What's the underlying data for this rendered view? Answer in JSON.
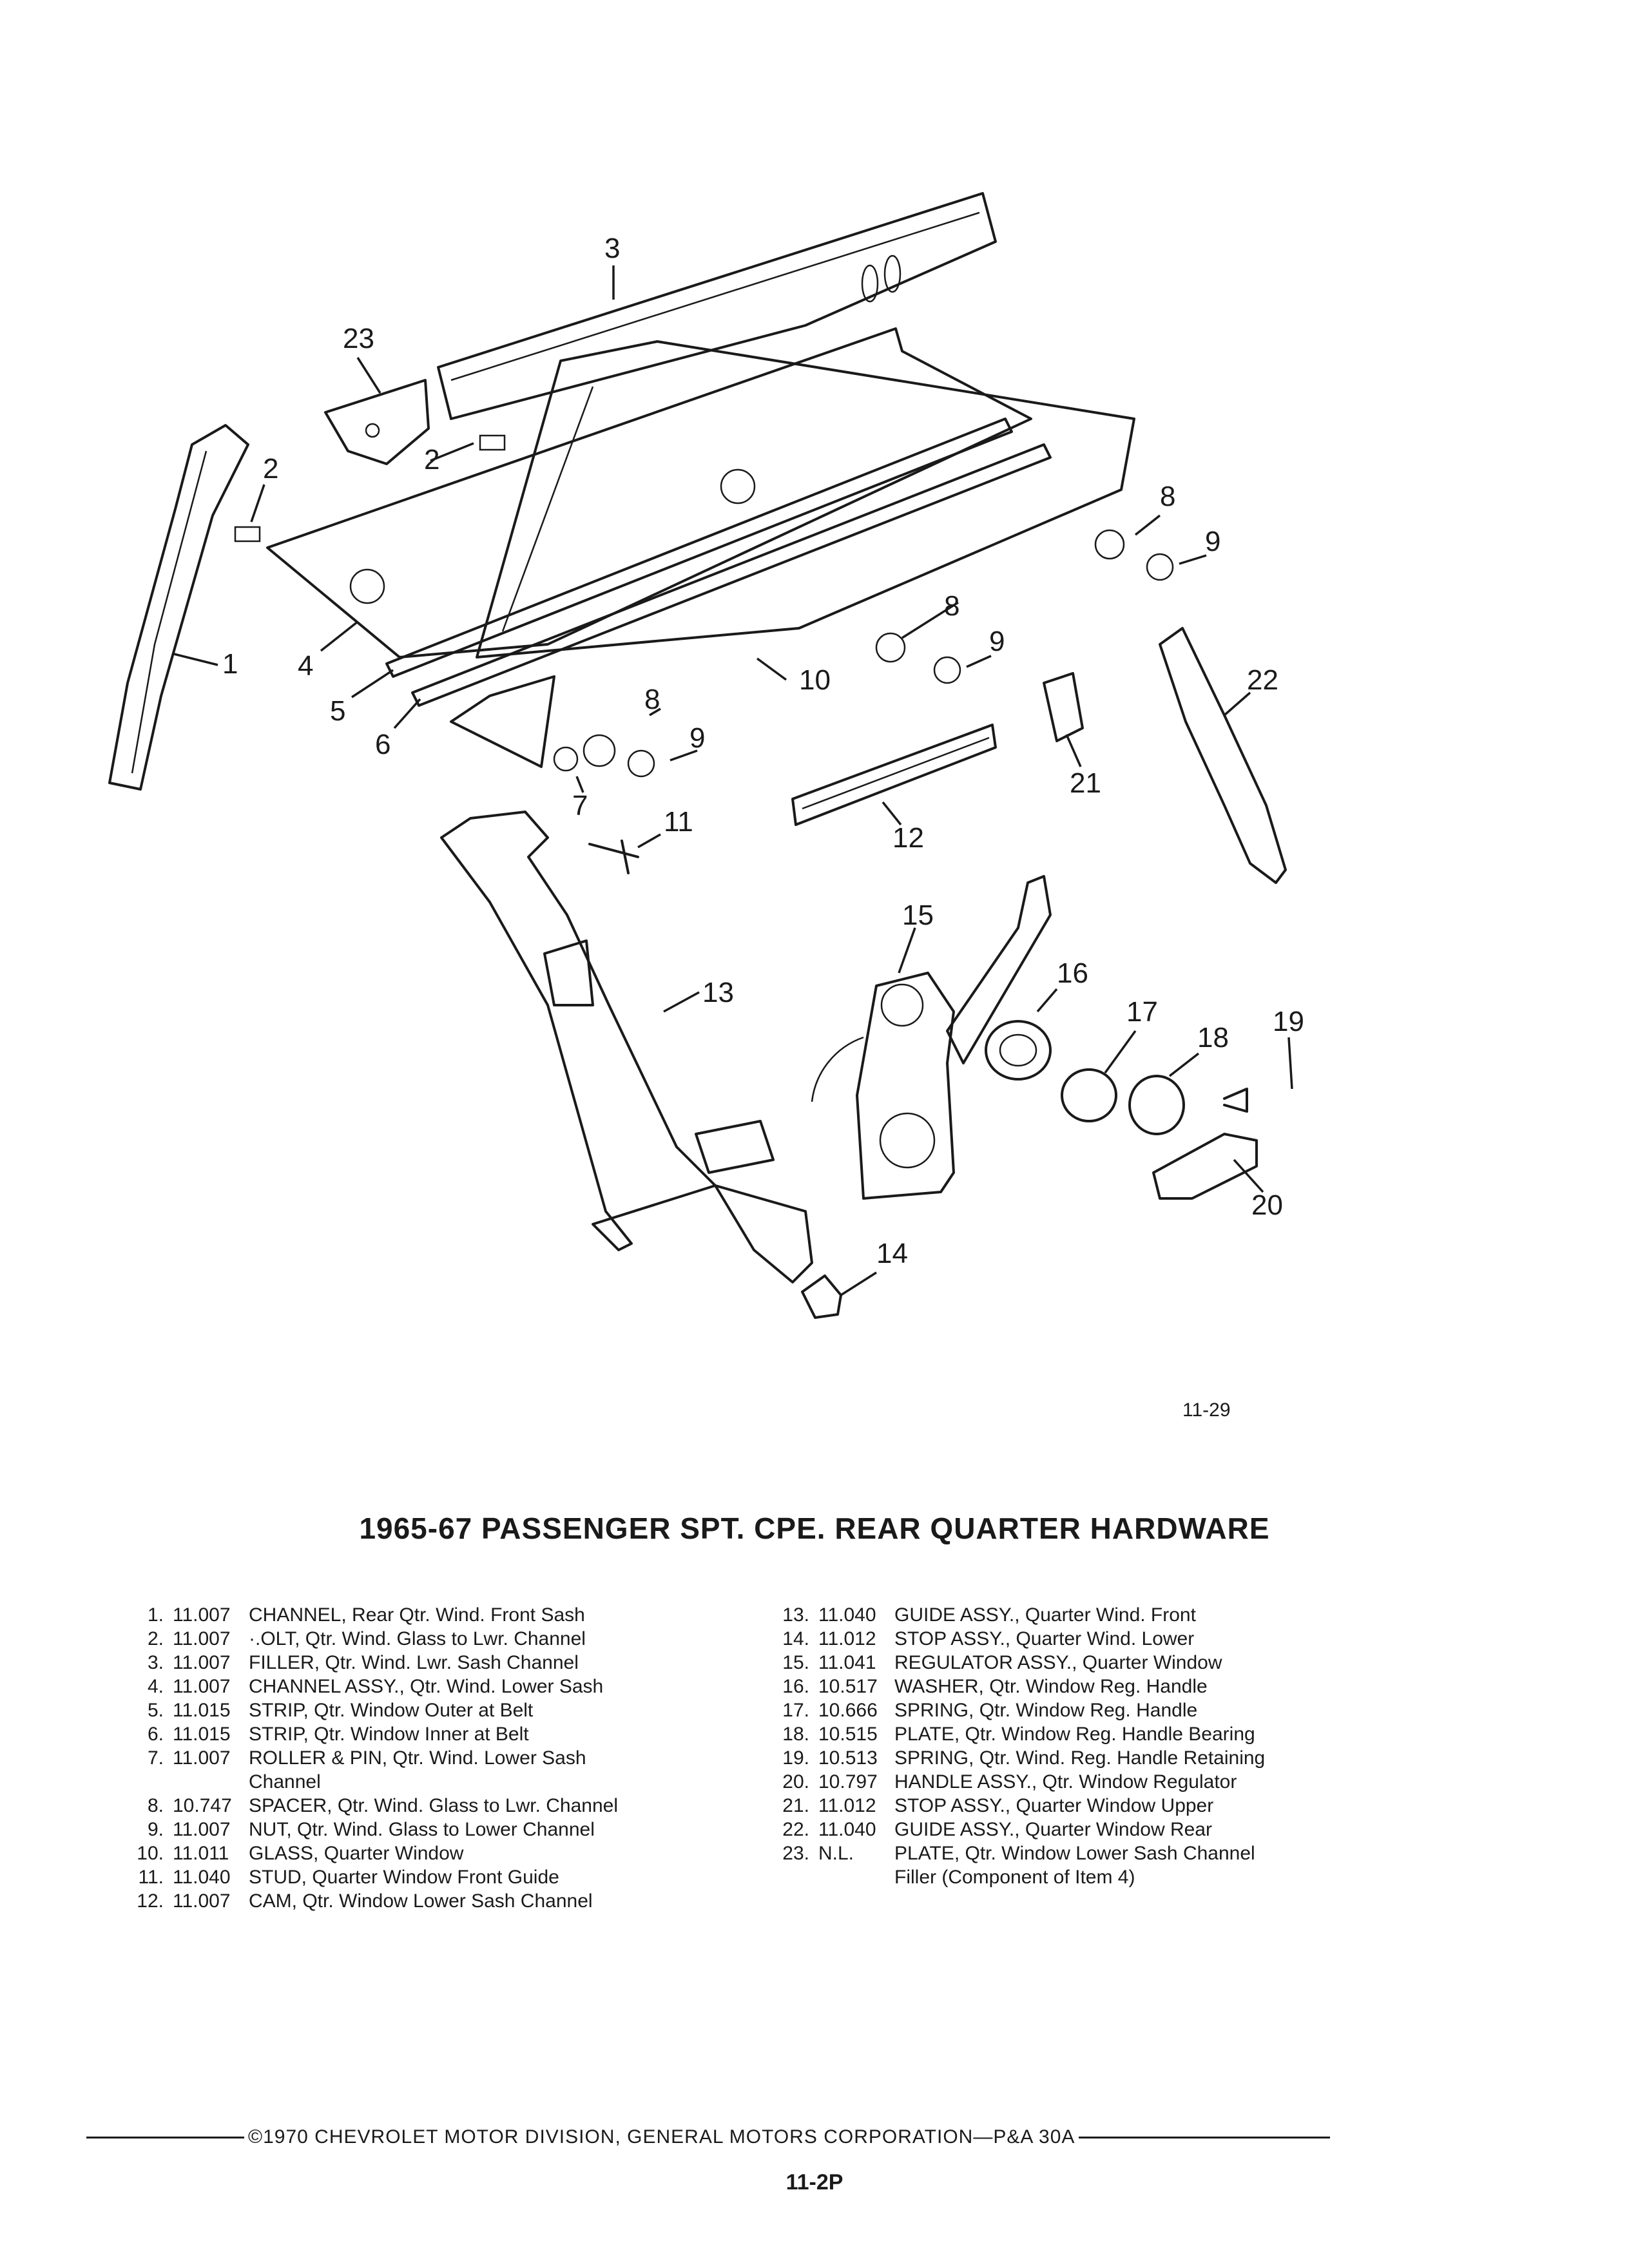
{
  "figure_ref": "11-29",
  "title": "1965-67 PASSENGER SPT. CPE. REAR QUARTER HARDWARE",
  "callouts": [
    "1",
    "2",
    "2",
    "3",
    "4",
    "5",
    "6",
    "7",
    "8",
    "8",
    "8",
    "9",
    "9",
    "9",
    "10",
    "11",
    "12",
    "13",
    "14",
    "15",
    "16",
    "17",
    "18",
    "19",
    "20",
    "21",
    "22",
    "23"
  ],
  "legend_left": [
    {
      "num": "1.",
      "code": "11.007",
      "desc": "CHANNEL, Rear Qtr. Wind. Front Sash"
    },
    {
      "num": "2.",
      "code": "11.007",
      "desc": "·.OLT, Qtr. Wind. Glass to Lwr. Channel"
    },
    {
      "num": "3.",
      "code": "11.007",
      "desc": "FILLER, Qtr. Wind. Lwr. Sash Channel"
    },
    {
      "num": "4.",
      "code": "11.007",
      "desc": "CHANNEL ASSY., Qtr. Wind. Lower Sash"
    },
    {
      "num": "5.",
      "code": "11.015",
      "desc": "STRIP, Qtr. Window Outer at Belt"
    },
    {
      "num": "6.",
      "code": "11.015",
      "desc": "STRIP, Qtr. Window Inner at Belt"
    },
    {
      "num": "7.",
      "code": "11.007",
      "desc": "ROLLER & PIN, Qtr. Wind. Lower Sash"
    },
    {
      "num": "",
      "code": "",
      "desc": "Channel"
    },
    {
      "num": "8.",
      "code": "10.747",
      "desc": "SPACER, Qtr. Wind. Glass to Lwr. Channel"
    },
    {
      "num": "9.",
      "code": "11.007",
      "desc": "NUT, Qtr. Wind. Glass to Lower Channel"
    },
    {
      "num": "10.",
      "code": "11.011",
      "desc": "GLASS, Quarter Window"
    },
    {
      "num": "11.",
      "code": "11.040",
      "desc": "STUD, Quarter Window Front Guide"
    },
    {
      "num": "12.",
      "code": "11.007",
      "desc": "CAM, Qtr. Window Lower Sash Channel"
    }
  ],
  "legend_right": [
    {
      "num": "13.",
      "code": "11.040",
      "desc": "GUIDE ASSY., Quarter Wind. Front"
    },
    {
      "num": "14.",
      "code": "11.012",
      "desc": "STOP ASSY., Quarter Wind. Lower"
    },
    {
      "num": "15.",
      "code": "11.041",
      "desc": "REGULATOR ASSY., Quarter Window"
    },
    {
      "num": "16.",
      "code": "10.517",
      "desc": "WASHER, Qtr. Window Reg. Handle"
    },
    {
      "num": "17.",
      "code": "10.666",
      "desc": "SPRING, Qtr. Window Reg. Handle"
    },
    {
      "num": "18.",
      "code": "10.515",
      "desc": "PLATE, Qtr. Window Reg. Handle Bearing"
    },
    {
      "num": "19.",
      "code": "10.513",
      "desc": "SPRING, Qtr. Wind. Reg. Handle Retaining"
    },
    {
      "num": "20.",
      "code": "10.797",
      "desc": "HANDLE ASSY., Qtr. Window Regulator"
    },
    {
      "num": "21.",
      "code": "11.012",
      "desc": "STOP ASSY., Quarter Window Upper"
    },
    {
      "num": "22.",
      "code": "11.040",
      "desc": "GUIDE ASSY., Quarter Window Rear"
    },
    {
      "num": "23.",
      "code": "N.L.",
      "desc": "PLATE, Qtr. Window Lower Sash Channel"
    },
    {
      "num": "",
      "code": "",
      "desc": "Filler (Component of Item 4)"
    }
  ],
  "footer_text": "©1970 CHEVROLET MOTOR DIVISION, GENERAL MOTORS CORPORATION—P&A 30A",
  "page_number": "11-2P"
}
